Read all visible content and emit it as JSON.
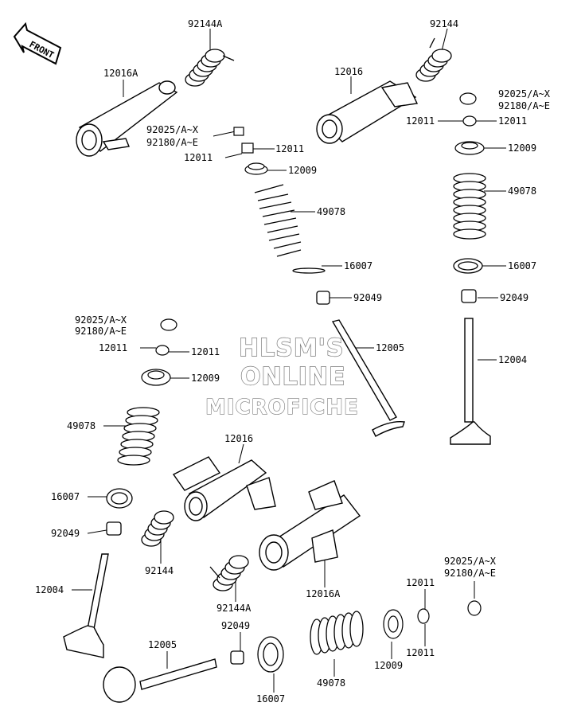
{
  "front_label": "FRONT",
  "watermark": {
    "line1": "HLSM'S",
    "line2": "ONLINE",
    "line3": "MICROFICHE"
  },
  "labels": {
    "p92144A_top": "92144A",
    "p92144_top": "92144",
    "p12016A_top": "12016A",
    "p12016_top": "12016",
    "p92025_c1": "92025/A~X",
    "p92180_c1": "92180/A~E",
    "p12011_c1": "12011",
    "p12011_c1b": "12011",
    "p12009_c1": "12009",
    "p49078_c1": "49078",
    "p16007_c1": "16007",
    "p92049_c1": "92049",
    "p92025_r": "92025/A~X",
    "p92180_r": "92180/A~E",
    "p12011_r_left": "12011",
    "p12011_r_right": "12011",
    "p12009_r": "12009",
    "p49078_r": "49078",
    "p16007_r": "16007",
    "p92049_r": "92049",
    "p12004_r": "12004",
    "p12005_c": "12005",
    "p92025_l": "92025/A~X",
    "p92180_l": "92180/A~E",
    "p12011_l_left": "12011",
    "p12011_l_right": "12011",
    "p12009_l": "12009",
    "p49078_l": "49078",
    "p12016_mid": "12016",
    "p16007_l": "16007",
    "p92049_l": "92049",
    "p92144_l": "92144",
    "p12004_l": "12004",
    "p92144A_mid": "92144A",
    "p12016A_mid": "12016A",
    "p92025_br": "92025/A~X",
    "p92180_br": "92180/A~E",
    "p12011_br_top": "12011",
    "p12011_br_bot": "12011",
    "p92049_b": "92049",
    "p12005_b": "12005",
    "p16007_b": "16007",
    "p49078_b": "49078",
    "p12009_b": "12009"
  }
}
